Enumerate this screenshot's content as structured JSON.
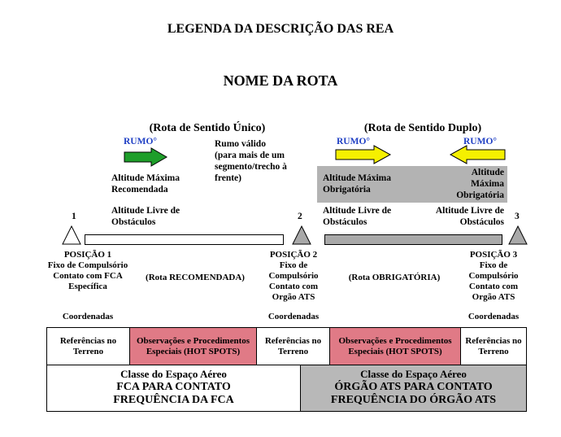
{
  "title": "LEGENDA DA DESCRIÇÃO DAS REA",
  "route_name": "NOME DA ROTA",
  "one_way": {
    "header": "(Rota de Sentido Único)",
    "rumo": "RUMO°",
    "rumo_note": "Rumo válido (para mais de um segmento/trecho à frente)",
    "alt_max": "Altitude Máxima Recomendada",
    "alt_free": "Altitude Livre de Obstáculos",
    "route_label": "(Rota RECOMENDADA)"
  },
  "two_way": {
    "header": "(Rota de Sentido Duplo)",
    "rumo_left": "RUMO°",
    "rumo_right": "RUMO°",
    "alt_max_left": "Altitude Máxima Obrigatória",
    "alt_max_right": "Altitude Máxima Obrigatória",
    "alt_free_left": "Altitude Livre de Obstáculos",
    "alt_free_right": "Altitude Livre de Obstáculos",
    "route_label": "(Rota OBRIGATÓRIA)"
  },
  "positions": [
    {
      "number": "1",
      "label": "POSIÇÃO 1",
      "desc": "Fixo de Compulsório Contato com FCA Específica",
      "coords": "Coordenadas"
    },
    {
      "number": "2",
      "label": "POSIÇÃO 2",
      "desc": "Fixo de Compulsório Contato com Orgão ATS",
      "coords": "Coordenadas"
    },
    {
      "number": "3",
      "label": "POSIÇÃO 3",
      "desc": "Fixo de Compulsório Contato com Orgão ATS",
      "coords": "Coordenadas"
    }
  ],
  "table": {
    "ref1": "Referências no Terreno",
    "obs1": "Observações e Procedimentos Especiais (HOT SPOTS)",
    "ref2": "Referências no Terreno",
    "obs2": "Observações e Procedimentos Especiais (HOT SPOTS)",
    "ref3": "Referências no Terreno"
  },
  "airspace": {
    "left": {
      "line1": "Classe do Espaço Aéreo",
      "line2": "FCA PARA CONTATO",
      "line3": "FREQUÊNCIA DA FCA"
    },
    "right": {
      "line1": "Classe do Espaço Aéreo",
      "line2": "ÓRGÃO ATS PARA CONTATO",
      "line3": "FREQUÊNCIA DO ÓRGÃO ATS"
    }
  },
  "colors": {
    "arrow_green": "#1e9e2a",
    "arrow_yellow": "#f5f000",
    "rumo_text": "#1f3fc4",
    "hot_spots": "#e07a86",
    "mandatory_grey": "#a9a9a9"
  }
}
